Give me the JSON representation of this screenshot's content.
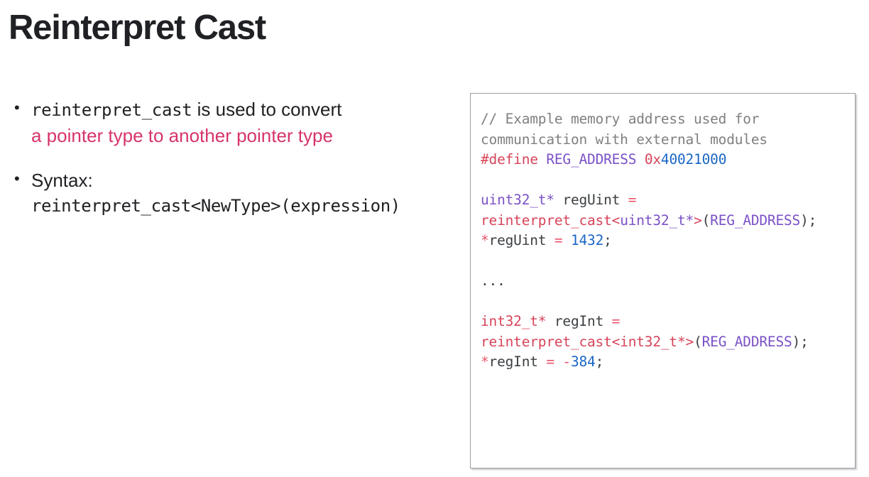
{
  "slide": {
    "title": "Reinterpret Cast"
  },
  "bullets": [
    {
      "marker": "•",
      "code_term": "reinterpret_cast",
      "text_after": " is used to convert",
      "highlight": "a pointer type to another pointer type"
    },
    {
      "marker": "•",
      "label": "Syntax:",
      "syntax": "reinterpret_cast<NewType>(expression)"
    }
  ],
  "code_panel": {
    "lines": [
      {
        "tokens": [
          {
            "t": "// Example memory address used for",
            "c": "comment"
          }
        ]
      },
      {
        "tokens": [
          {
            "t": "communication with external modules",
            "c": "comment"
          }
        ]
      },
      {
        "tokens": [
          {
            "t": "#define",
            "c": "keyword"
          },
          {
            "t": " ",
            "c": "plain"
          },
          {
            "t": "REG_ADDRESS",
            "c": "macro"
          },
          {
            "t": " ",
            "c": "plain"
          },
          {
            "t": "0x",
            "c": "keyword"
          },
          {
            "t": "40021000",
            "c": "number"
          }
        ]
      },
      {
        "blank": true
      },
      {
        "tokens": [
          {
            "t": "uint32_t*",
            "c": "type"
          },
          {
            "t": " regUint ",
            "c": "plain"
          },
          {
            "t": "=",
            "c": "op"
          }
        ]
      },
      {
        "tokens": [
          {
            "t": "reinterpret_cast<",
            "c": "keyword"
          },
          {
            "t": "uint32_t*",
            "c": "type"
          },
          {
            "t": ">",
            "c": "keyword"
          },
          {
            "t": "(",
            "c": "punct"
          },
          {
            "t": "REG_ADDRESS",
            "c": "macro"
          },
          {
            "t": ");",
            "c": "punct"
          }
        ]
      },
      {
        "tokens": [
          {
            "t": "*",
            "c": "op"
          },
          {
            "t": "regUint ",
            "c": "plain"
          },
          {
            "t": "=",
            "c": "op"
          },
          {
            "t": " ",
            "c": "plain"
          },
          {
            "t": "1432",
            "c": "number"
          },
          {
            "t": ";",
            "c": "punct"
          }
        ]
      },
      {
        "blank": true
      },
      {
        "tokens": [
          {
            "t": "...",
            "c": "plain"
          }
        ]
      },
      {
        "blank": true
      },
      {
        "tokens": [
          {
            "t": "int32_t*",
            "c": "typered"
          },
          {
            "t": " regInt ",
            "c": "plain"
          },
          {
            "t": "=",
            "c": "op"
          }
        ]
      },
      {
        "tokens": [
          {
            "t": "reinterpret_cast<",
            "c": "keyword"
          },
          {
            "t": "int32_t*",
            "c": "typered"
          },
          {
            "t": ">",
            "c": "keyword"
          },
          {
            "t": "(",
            "c": "punct"
          },
          {
            "t": "REG_ADDRESS",
            "c": "macro"
          },
          {
            "t": ");",
            "c": "punct"
          }
        ]
      },
      {
        "tokens": [
          {
            "t": "*",
            "c": "op"
          },
          {
            "t": "regInt ",
            "c": "plain"
          },
          {
            "t": "=",
            "c": "op"
          },
          {
            "t": " ",
            "c": "plain"
          },
          {
            "t": "-",
            "c": "op"
          },
          {
            "t": "384",
            "c": "number"
          },
          {
            "t": ";",
            "c": "punct"
          }
        ]
      }
    ]
  },
  "colors": {
    "title": "#202124",
    "highlight_pink": "#d6336c",
    "code_comment": "#808080",
    "code_keyword": "#d6455a",
    "code_macro": "#7b52c7",
    "code_number": "#1a66c4",
    "panel_border": "#9aa0a6",
    "background": "#ffffff"
  }
}
